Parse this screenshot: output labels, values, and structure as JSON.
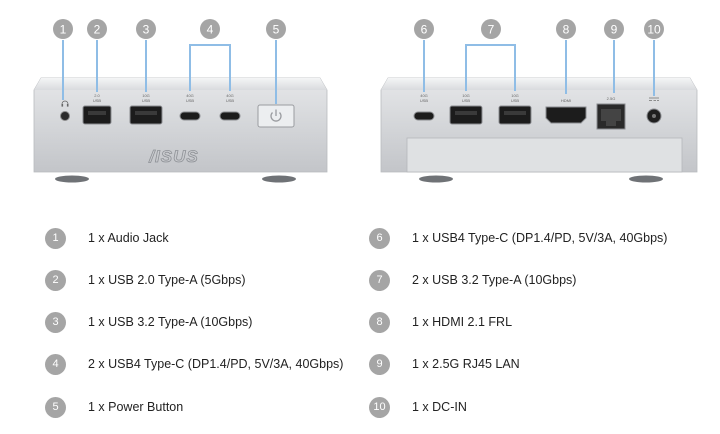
{
  "brand": {
    "logo": "/ISUS"
  },
  "front_panel": {
    "ports": [
      {
        "id": "1",
        "icon": "headphone-icon",
        "label": ""
      },
      {
        "id": "2",
        "icon": "usb-a-icon",
        "label_line1": "2.0",
        "label_line2": "USB"
      },
      {
        "id": "3",
        "icon": "usb-a-icon",
        "label_line1": "10G",
        "label_line2": "USB"
      },
      {
        "id": "4a",
        "icon": "usb-c-icon",
        "label_line1": "40G",
        "label_line2": "USB"
      },
      {
        "id": "4b",
        "icon": "usb-c-icon",
        "label_line1": "40G",
        "label_line2": "USB"
      },
      {
        "id": "5",
        "icon": "power-icon",
        "label": ""
      }
    ]
  },
  "rear_panel": {
    "ports": [
      {
        "id": "6",
        "icon": "usb-c-icon",
        "label_line1": "40G",
        "label_line2": "USB"
      },
      {
        "id": "7a",
        "icon": "usb-a-icon",
        "label_line1": "10G",
        "label_line2": "USB"
      },
      {
        "id": "7b",
        "icon": "usb-a-icon",
        "label_line1": "10G",
        "label_line2": "USB"
      },
      {
        "id": "8",
        "icon": "hdmi-icon",
        "label": "HDMI"
      },
      {
        "id": "9",
        "icon": "rj45-icon",
        "label": "2.5G"
      },
      {
        "id": "10",
        "icon": "dc-in-icon",
        "label": ""
      }
    ]
  },
  "callouts": [
    "1",
    "2",
    "3",
    "4",
    "5",
    "6",
    "7",
    "8",
    "9",
    "10"
  ],
  "legend": {
    "left": [
      {
        "num": "1",
        "text": "1 x Audio Jack"
      },
      {
        "num": "2",
        "text": "1 x USB 2.0 Type-A (5Gbps)"
      },
      {
        "num": "3",
        "text": "1 x USB 3.2 Type-A (10Gbps)"
      },
      {
        "num": "4",
        "text": "2 x USB4 Type-C (DP1.4/PD, 5V/3A, 40Gbps)"
      },
      {
        "num": "5",
        "text": "1 x Power Button"
      }
    ],
    "right": [
      {
        "num": "6",
        "text": "1 x USB4 Type-C (DP1.4/PD, 5V/3A, 40Gbps)"
      },
      {
        "num": "7",
        "text": "2 x USB 3.2 Type-A (10Gbps)"
      },
      {
        "num": "8",
        "text": "1 x HDMI 2.1 FRL"
      },
      {
        "num": "9",
        "text": "1 x 2.5G RJ45 LAN"
      },
      {
        "num": "10",
        "text": "1 x DC-IN"
      }
    ]
  },
  "colors": {
    "badge": "#a5a5a5",
    "chassis": "#d3d5d8",
    "bracket": "#8fbde6"
  }
}
